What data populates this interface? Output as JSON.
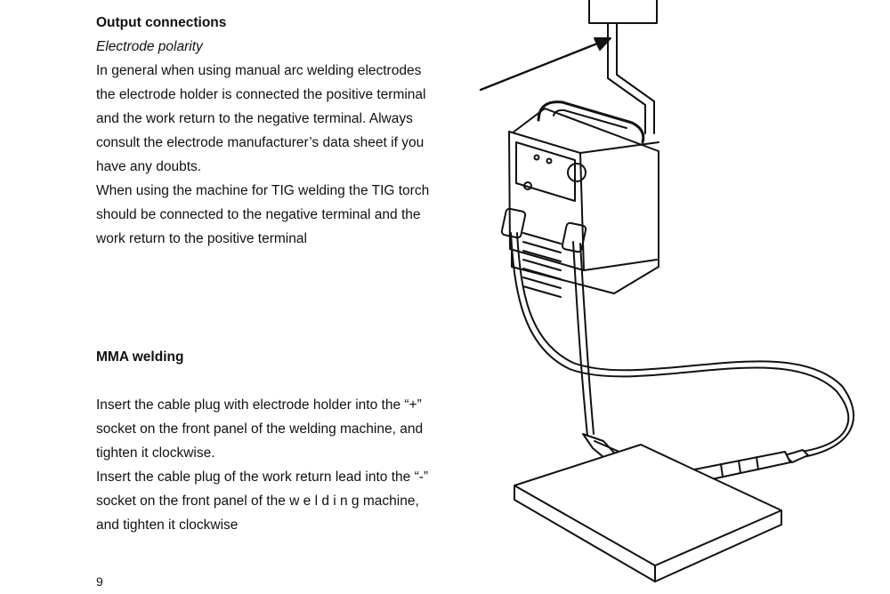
{
  "output": {
    "heading": "Output connections",
    "subheading": "Electrode polarity",
    "lines": [
      "In general when using manual arc welding electrodes",
      "the electrode holder is connected the positive terminal",
      "and the work return to the negative terminal. Always",
      "consult the electrode manufacturer’s data sheet if you",
      "have any doubts.",
      "When using the machine for TIG welding the TIG torch",
      "should be connected to the negative terminal and the",
      "work return to the positive terminal"
    ]
  },
  "mma": {
    "heading": "MMA welding",
    "lines": [
      "Insert the cable plug with electrode holder into the “+”",
      "socket on the front panel of the welding machine, and",
      "tighten it clockwise.",
      "Insert the cable plug of the work return lead into the “-”",
      "socket on the front panel of the w e l d i n g machine,",
      "and tighten it clockwise"
    ]
  },
  "page_number": "9"
}
